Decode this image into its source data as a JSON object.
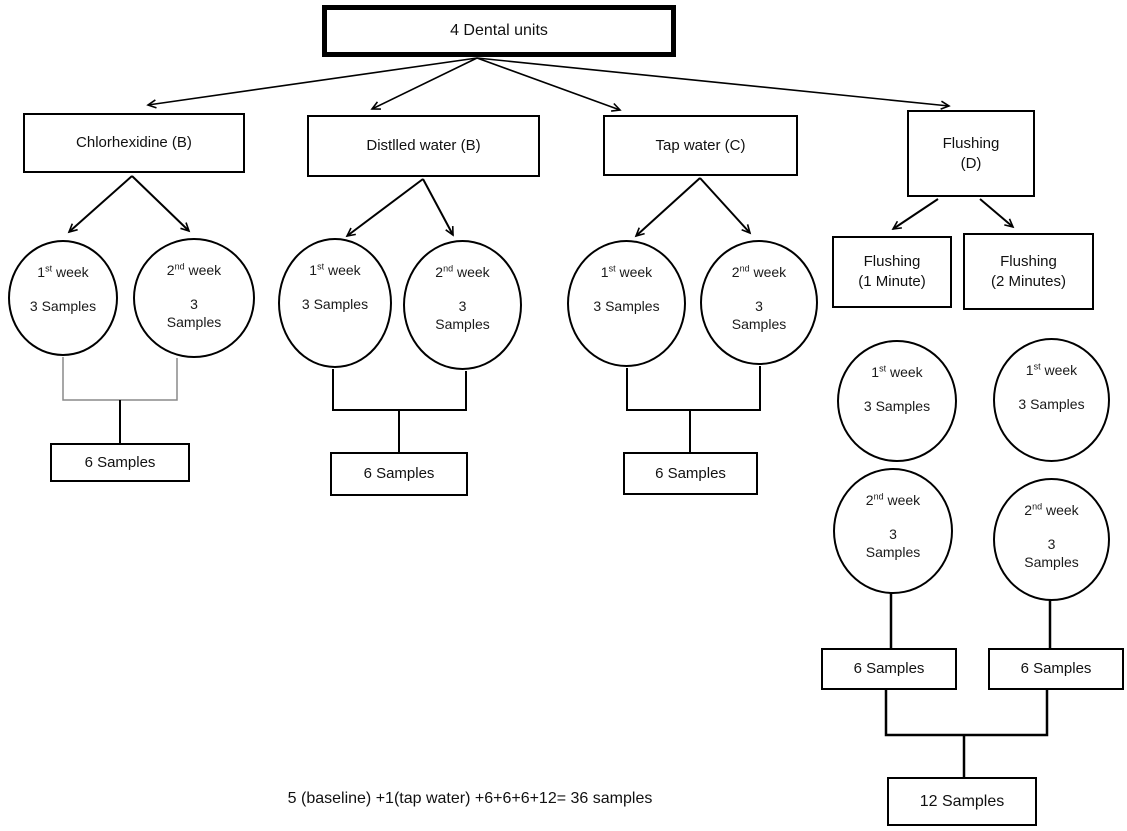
{
  "root_label": "4 Dental units",
  "branches": [
    {
      "label": "Chlorhexidine (B)",
      "circles": [
        {
          "week_num": "1",
          "week_sup": "st",
          "week_rest": " week",
          "samples_line1": "3 Samples",
          "samples_line2": ""
        },
        {
          "week_num": "2",
          "week_sup": "nd",
          "week_rest": " week",
          "samples_line1": "3",
          "samples_line2": "Samples"
        }
      ],
      "total_label": "6 Samples"
    },
    {
      "label": "Distlled water (B)",
      "circles": [
        {
          "week_num": "1",
          "week_sup": "st",
          "week_rest": " week",
          "samples_line1": "3 Samples",
          "samples_line2": ""
        },
        {
          "week_num": "2",
          "week_sup": "nd",
          "week_rest": " week",
          "samples_line1": "3",
          "samples_line2": "Samples"
        }
      ],
      "total_label": "6 Samples"
    },
    {
      "label": "Tap water (C)",
      "circles": [
        {
          "week_num": "1",
          "week_sup": "st",
          "week_rest": " week",
          "samples_line1": "3 Samples",
          "samples_line2": ""
        },
        {
          "week_num": "2",
          "week_sup": "nd",
          "week_rest": " week",
          "samples_line1": "3",
          "samples_line2": "Samples"
        }
      ],
      "total_label": "6 Samples"
    },
    {
      "label_line1": "Flushing",
      "label_line2": "(D)",
      "subgroups": [
        {
          "label_line1": "Flushing",
          "label_line2": "(1 Minute)",
          "circles": [
            {
              "week_num": "1",
              "week_sup": "st",
              "week_rest": " week",
              "samples_line1": "3 Samples",
              "samples_line2": ""
            },
            {
              "week_num": "2",
              "week_sup": "nd",
              "week_rest": " week",
              "samples_line1": "3",
              "samples_line2": "Samples"
            }
          ],
          "total_label": "6 Samples"
        },
        {
          "label_line1": "Flushing",
          "label_line2": "(2 Minutes)",
          "circles": [
            {
              "week_num": "1",
              "week_sup": "st",
              "week_rest": " week",
              "samples_line1": "3 Samples",
              "samples_line2": ""
            },
            {
              "week_num": "2",
              "week_sup": "nd",
              "week_rest": " week",
              "samples_line1": "3",
              "samples_line2": "Samples"
            }
          ],
          "total_label": "6 Samples"
        }
      ],
      "total_label": "12 Samples"
    }
  ],
  "footer_formula": "5 (baseline) +1(tap water) +6+6+6+12= 36 samples",
  "colors": {
    "line": "#000000",
    "bracket_gray": "#8a8a8a",
    "background": "#ffffff",
    "text": "#111111"
  }
}
